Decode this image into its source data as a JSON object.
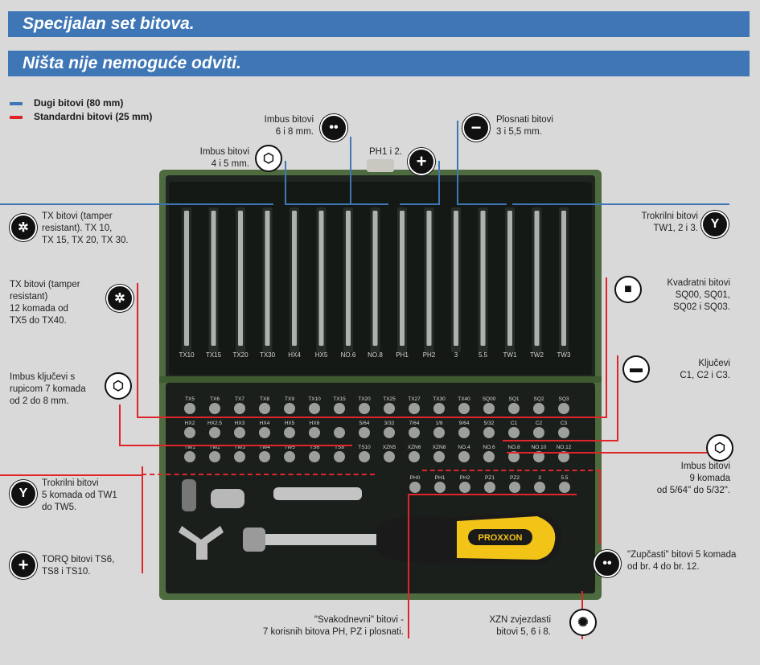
{
  "banners": {
    "title": "Specijalan set bitova.",
    "subtitle": "Ništa nije nemoguće odviti."
  },
  "legend": {
    "long_label": "Dugi bitovi (80 mm)",
    "long_color": "#3f77b6",
    "std_label": "Standardni bitovi (25 mm)",
    "std_color": "#e0252a"
  },
  "callouts": {
    "imbus_6_8": {
      "line1": "Imbus bitovi",
      "line2": "6 i 8 mm."
    },
    "imbus_4_5": {
      "line1": "Imbus bitovi",
      "line2": "4 i 5 mm."
    },
    "ph1_2": {
      "line1": "PH1 i 2."
    },
    "plosnati": {
      "line1": "Plosnati bitovi",
      "line2": "3 i 5,5 mm."
    },
    "tx_tamper_long": {
      "line1": "TX bitovi (tamper",
      "line2": "resistant). TX 10,",
      "line3": "TX 15, TX 20, TX 30."
    },
    "trokrilni_long": {
      "line1": "Trokrilni bitovi",
      "line2": "TW1, 2 i 3."
    },
    "kvadratni": {
      "line1": "Kvadratni bitovi",
      "line2": "SQ00, SQ01,",
      "line3": "SQ02 i SQ03."
    },
    "tx_tamper_12": {
      "line1": "TX bitovi (tamper",
      "line2": "resistant)",
      "line3": "12 komada od",
      "line4": "TX5 do TX40."
    },
    "kljucevi": {
      "line1": "Ključevi",
      "line2": "C1, C2 i C3."
    },
    "imbus_kljucevi": {
      "line1": "Imbus ključevi s",
      "line2": "rupicom 7 komada",
      "line3": "od  2 do 8 mm."
    },
    "imbus_9": {
      "line1": "Imbus bitovi",
      "line2": "9 komada",
      "line3": "od 5/64\" do 5/32\"."
    },
    "trokrilni_std": {
      "line1": "Trokrilni bitovi",
      "line2": "5 komada od TW1",
      "line3": "do TW5."
    },
    "torq": {
      "line1": "TORQ bitovi TS6,",
      "line2": "TS8 i TS10."
    },
    "zupcasti": {
      "line1": "\"Zupčasti\" bitovi 5 komada",
      "line2": "od br. 4 do br. 12."
    },
    "svakodnevni": {
      "line1": "\"Svakodnevni\" bitovi -",
      "line2": "7 korisnih bitova PH, PZ i plosnati."
    },
    "xzn": {
      "line1": "XZN zvjezdasti",
      "line2": "bitovi 5, 6 i 8."
    }
  },
  "case": {
    "long_bits": [
      "TX10",
      "TX15",
      "TX20",
      "TX30",
      "HX4",
      "HX5",
      "NO.6",
      "NO.8",
      "PH1",
      "PH2",
      "3",
      "5.5",
      "TW1",
      "TW2",
      "TW3"
    ],
    "row1": [
      "TX5",
      "TX6",
      "TX7",
      "TX8",
      "TX9",
      "TX10",
      "TX15",
      "TX20",
      "TX25",
      "TX27",
      "TX30",
      "TX40",
      "SQ00",
      "SQ1",
      "SQ2",
      "SQ3"
    ],
    "row2": [
      "HX2",
      "HX2.5",
      "HX3",
      "HX4",
      "HX5",
      "HX6",
      "",
      "5/64",
      "3/32",
      "7/64",
      "1/8",
      "9/64",
      "5/32",
      "C1",
      "C2",
      "C3"
    ],
    "row3": [
      "TW1",
      "TW2",
      "TW3",
      "TW4",
      "TW5",
      "TS6",
      "TS8",
      "TS10",
      "XZN5",
      "XZN6",
      "XZN8",
      "NO.4",
      "NO.6",
      "NO.8",
      "NO.10",
      "NO.12"
    ],
    "row4": [
      "PH0",
      "PH1",
      "PH2",
      "PZ1",
      "PZ2",
      "3",
      "5.5"
    ],
    "brand": "PROXXON"
  }
}
